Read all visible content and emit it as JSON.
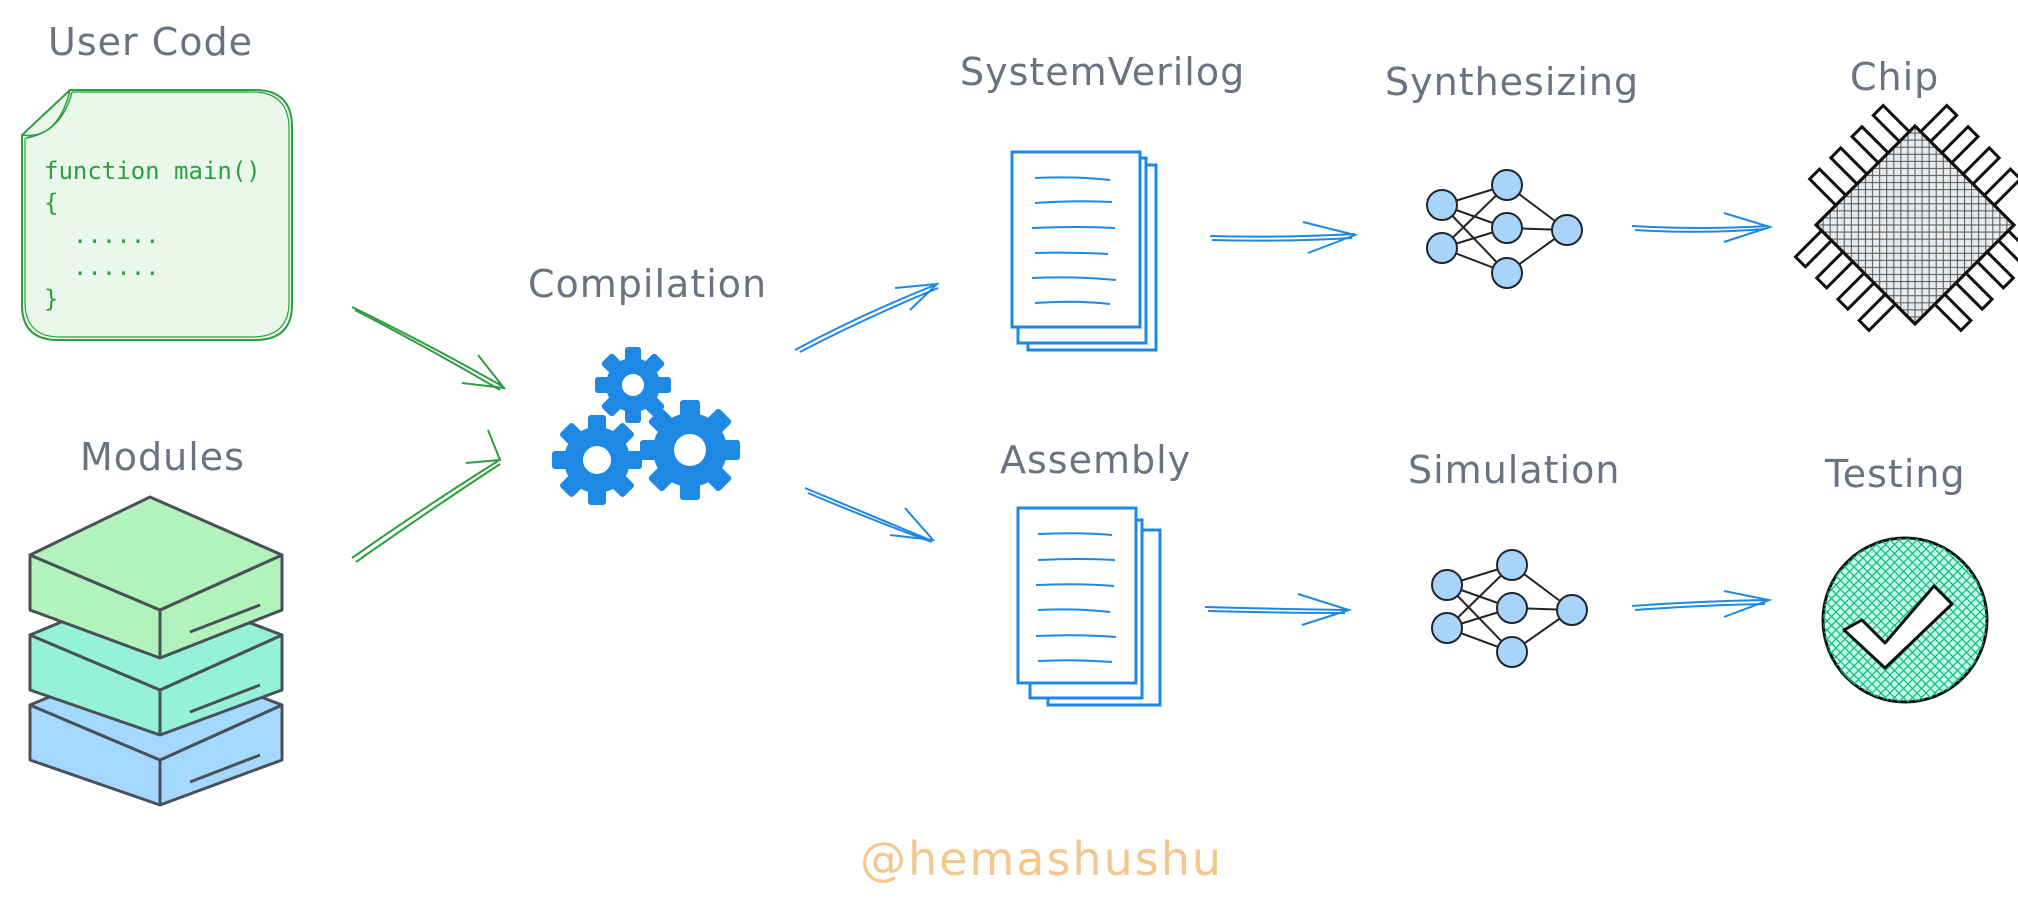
{
  "labels": {
    "user_code": "User Code",
    "modules": "Modules",
    "compilation": "Compilation",
    "systemverilog": "SystemVerilog",
    "assembly": "Assembly",
    "synthesizing": "Synthesizing",
    "simulation": "Simulation",
    "chip": "Chip",
    "testing": "Testing"
  },
  "code_lines": [
    "function main()",
    "{",
    "  ......",
    "  ......",
    "}"
  ],
  "watermark": "@hemashushu",
  "colors": {
    "text": "#6b7280",
    "green": "#2e9e3e",
    "code_bg": "#e9f8ea",
    "blue": "#1e88e5",
    "node_fill": "#a8d4fb",
    "module_top": "#b2f2bb",
    "module_mid": "#96f2d7",
    "module_bottom": "#a5d8ff",
    "test_fill": "#12b886",
    "watermark": "#f5c78e"
  },
  "icons": [
    "document-icon",
    "gears-icon",
    "network-icon",
    "chip-icon",
    "checkmark-icon",
    "stack-icon",
    "arrow-icon"
  ]
}
